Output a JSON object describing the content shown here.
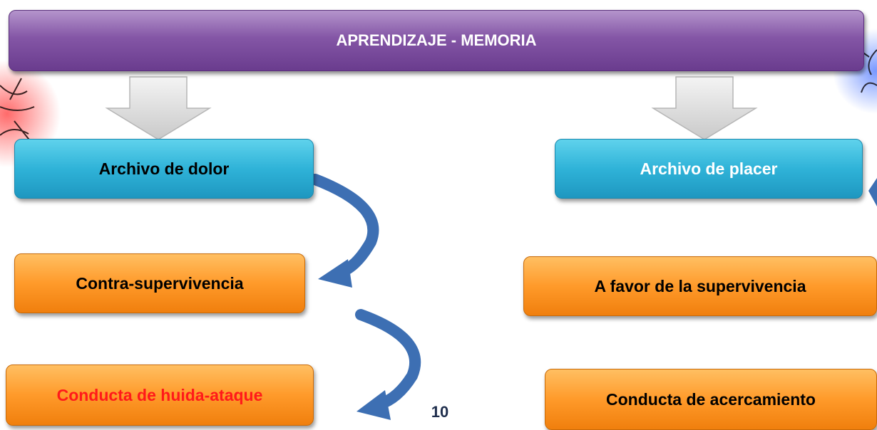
{
  "diagram": {
    "banner": "APRENDIZAJE - MEMORIA",
    "left": {
      "archive": "Archivo de dolor",
      "survival": "Contra-supervivencia",
      "behavior": "Conducta de huida-ataque"
    },
    "right": {
      "archive": "Archivo de placer",
      "survival": "A favor  de la supervivencia",
      "behavior": "Conducta de acercamiento"
    }
  },
  "page_number": "10",
  "colors": {
    "banner": "#7b4ca0",
    "archive_box": "#2fb3d8",
    "survival_box": "#ff9a2a",
    "highlight_text": "#ff1a1a",
    "curved_arrow": "#3d6fb3"
  }
}
